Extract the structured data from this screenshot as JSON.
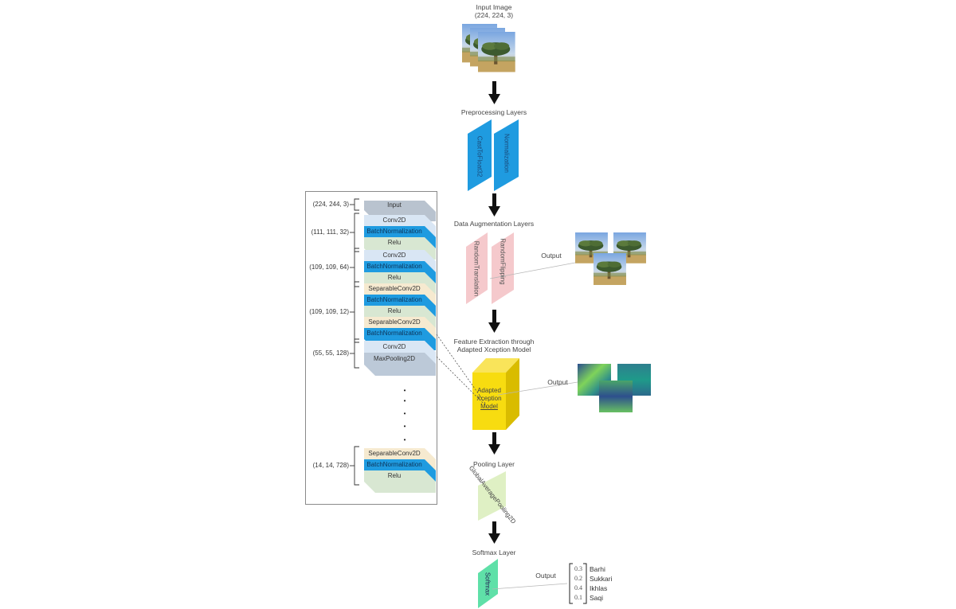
{
  "main_pipeline": {
    "input": {
      "title": "Input Image",
      "shape": "(224, 224, 3)"
    },
    "preprocessing": {
      "title": "Preprocessing Layers",
      "layers": [
        "CastToFloat32",
        "Normalization"
      ],
      "color": "#1f9be0"
    },
    "augmentation": {
      "title": "Data Augmentation Layers",
      "layers": [
        "RandomTranslation",
        "RandomFlipping"
      ],
      "output_label": "Output",
      "color": "#f5c9cc"
    },
    "feature_extraction": {
      "title_line1": "Feature Extraction through",
      "title_line2": "Adapted Xception Model",
      "block_line1": "Adapted",
      "block_line2": "Xception",
      "block_line3": "Model",
      "output_label": "Output",
      "color": "#f7dc10"
    },
    "pooling": {
      "title": "Pooling Layer",
      "layer": "GlobalAveragePooling2D",
      "color": "#dff0c4"
    },
    "softmax": {
      "title": "Softmax Layer",
      "layer": "Softmax",
      "output_label": "Output",
      "color": "#5fe0a8",
      "predictions": [
        {
          "value": "0.3",
          "label": "Barhi"
        },
        {
          "value": "0.2",
          "label": "Sukkari"
        },
        {
          "value": "0.4",
          "label": "Ikhlas"
        },
        {
          "value": "0.1",
          "label": "Saqi"
        }
      ]
    }
  },
  "xception_detail": {
    "groups": [
      {
        "shape": "(224, 244, 3)",
        "layers": [
          "Input"
        ]
      },
      {
        "shape": "(111, 111, 32)",
        "layers": [
          "Conv2D",
          "BatchNormalization",
          "Relu"
        ]
      },
      {
        "shape": "(109, 109, 64)",
        "layers": [
          "Conv2D",
          "BatchNormalization",
          "Relu"
        ]
      },
      {
        "shape": "(109, 109, 12)",
        "layers": [
          "SeparableConv2D",
          "BatchNormalization",
          "Relu",
          "SeparableConv2D",
          "BatchNormalization"
        ]
      },
      {
        "shape": "(55, 55, 128)",
        "layers": [
          "Conv2D",
          "MaxPooling2D"
        ]
      },
      {
        "shape": "(14, 14, 728)",
        "layers": [
          "SeparableConv2D",
          "BatchNormalization",
          "Relu"
        ]
      }
    ],
    "ellipsis": "•",
    "layer_colors": {
      "Input": "#b9c3cf",
      "Conv2D": "#d9e6f4",
      "BatchNormalization": "#1f9be0",
      "Relu": "#d8e7d2",
      "SeparableConv2D": "#f6ead0",
      "MaxPooling2D": "#bcc9d8"
    }
  }
}
